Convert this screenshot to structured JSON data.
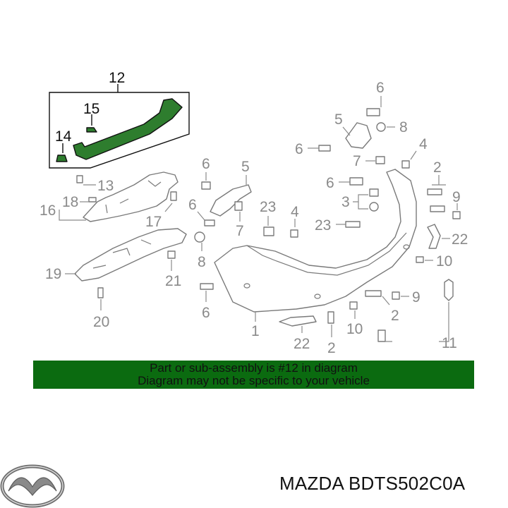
{
  "diagram": {
    "callouts": [
      {
        "id": "c12",
        "label": "12"
      },
      {
        "id": "c15",
        "label": "15"
      },
      {
        "id": "c14",
        "label": "14"
      },
      {
        "id": "c13",
        "label": "13"
      },
      {
        "id": "c18",
        "label": "18"
      },
      {
        "id": "c16",
        "label": "16"
      },
      {
        "id": "c17",
        "label": "17"
      },
      {
        "id": "c19",
        "label": "19"
      },
      {
        "id": "c21",
        "label": "21"
      },
      {
        "id": "c20",
        "label": "20"
      },
      {
        "id": "c6a",
        "label": "6"
      },
      {
        "id": "c6b",
        "label": "6"
      },
      {
        "id": "c5a",
        "label": "5"
      },
      {
        "id": "c7a",
        "label": "7"
      },
      {
        "id": "c8a",
        "label": "8"
      },
      {
        "id": "c6c",
        "label": "6"
      },
      {
        "id": "c23a",
        "label": "23"
      },
      {
        "id": "c4a",
        "label": "4"
      },
      {
        "id": "c1",
        "label": "1"
      },
      {
        "id": "c22a",
        "label": "22"
      },
      {
        "id": "c2a",
        "label": "2"
      },
      {
        "id": "c10a",
        "label": "10"
      },
      {
        "id": "c6d",
        "label": "6"
      },
      {
        "id": "c5b",
        "label": "5"
      },
      {
        "id": "c8b",
        "label": "8"
      },
      {
        "id": "c6e",
        "label": "6"
      },
      {
        "id": "c7b",
        "label": "7"
      },
      {
        "id": "c4b",
        "label": "4"
      },
      {
        "id": "c6f",
        "label": "6"
      },
      {
        "id": "c3",
        "label": "3"
      },
      {
        "id": "c2b",
        "label": "2"
      },
      {
        "id": "c9a",
        "label": "9"
      },
      {
        "id": "c23b",
        "label": "23"
      },
      {
        "id": "c22b",
        "label": "22"
      },
      {
        "id": "c10b",
        "label": "10"
      },
      {
        "id": "c9b",
        "label": "9"
      },
      {
        "id": "c2c",
        "label": "2"
      },
      {
        "id": "c11",
        "label": "11"
      }
    ]
  },
  "banner": {
    "line1": "Part or sub-assembly is #12 in diagram",
    "line2": "Diagram may not be specific to your vehicle"
  },
  "footer": {
    "part_number": "MAZDA BDTS502C0A",
    "logo_icon": "mazda-logo-icon"
  },
  "colors": {
    "highlight": "#2e7d2e",
    "banner": "#0b6b10",
    "line_art": "#7a7a7a"
  }
}
